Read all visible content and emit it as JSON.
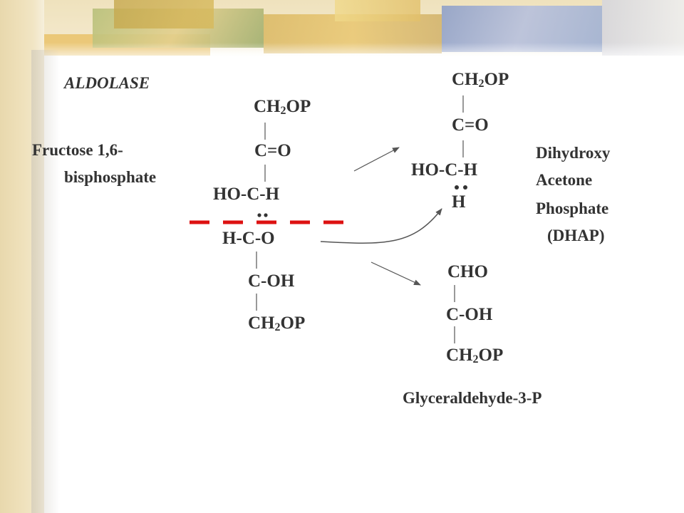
{
  "enzyme": "ALDOLASE",
  "substrate": {
    "name_line1": "Fructose 1,6-",
    "name_line2": "bisphosphate"
  },
  "fructose_chain": {
    "c1_group": "CH",
    "c1_sub": "2",
    "c1_tail": "OP",
    "c2": "C=O",
    "c3": "HO-C-H",
    "c4": "H-C-O",
    "c5": "C-OH",
    "c6_group": "CH",
    "c6_sub": "2",
    "c6_tail": "OP"
  },
  "dhap_chain": {
    "c1_group": "CH",
    "c1_sub": "2",
    "c1_tail": "OP",
    "c2": "C=O",
    "c3": "HO-C-H",
    "h": "H"
  },
  "dhap_name": {
    "line1": "Dihydroxy",
    "line2": "Acetone",
    "line3": "Phosphate",
    "line4": "(DHAP)"
  },
  "g3p_chain": {
    "c1": "CHO",
    "c2": "C-OH",
    "c3_group": "CH",
    "c3_sub": "2",
    "c3_tail": "OP"
  },
  "g3p_name": "Glyceraldehyde-3-P",
  "colors": {
    "text": "#333333",
    "cleavage_line": "#dd1111",
    "bond": "#555555"
  }
}
